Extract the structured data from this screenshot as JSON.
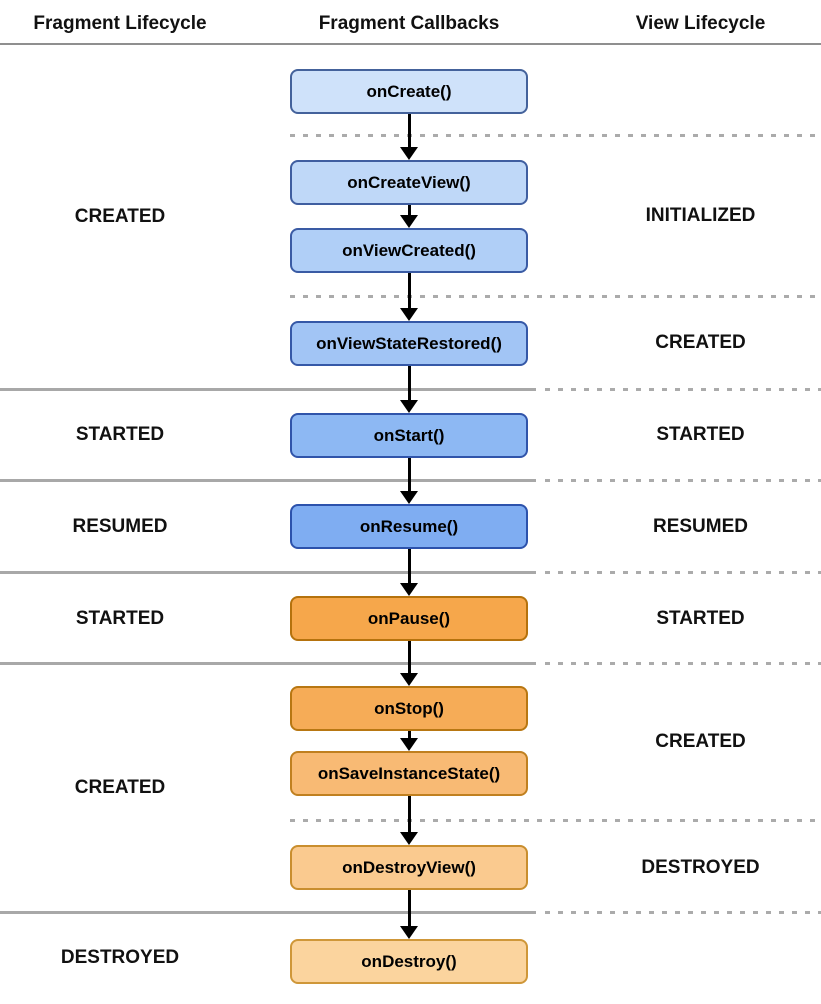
{
  "diagram": {
    "headers": {
      "fragment_lifecycle": "Fragment Lifecycle",
      "fragment_callbacks": "Fragment Callbacks",
      "view_lifecycle": "View Lifecycle"
    },
    "callbacks": [
      {
        "label": "onCreate()",
        "fill": "#CFE2FA",
        "border": "#44629B"
      },
      {
        "label": "onCreateView()",
        "fill": "#BFD8F8",
        "border": "#3F5EA0"
      },
      {
        "label": "onViewCreated()",
        "fill": "#B0CFF7",
        "border": "#3A5BA4"
      },
      {
        "label": "onViewStateRestored()",
        "fill": "#A2C5F5",
        "border": "#3558A7"
      },
      {
        "label": "onStart()",
        "fill": "#8DB8F3",
        "border": "#3054AA"
      },
      {
        "label": "onResume()",
        "fill": "#7FADF2",
        "border": "#2C52AC"
      },
      {
        "label": "onPause()",
        "fill": "#F6A74B",
        "border": "#B5720D"
      },
      {
        "label": "onStop()",
        "fill": "#F6AC57",
        "border": "#B87712"
      },
      {
        "label": "onSaveInstanceState()",
        "fill": "#F8BA74",
        "border": "#C08020"
      },
      {
        "label": "onDestroyView()",
        "fill": "#FACA8F",
        "border": "#C98E2E"
      },
      {
        "label": "onDestroy()",
        "fill": "#FBD49E",
        "border": "#CF9739"
      }
    ],
    "fragment_states": [
      {
        "label": "CREATED"
      },
      {
        "label": "STARTED"
      },
      {
        "label": "RESUMED"
      },
      {
        "label": "STARTED"
      },
      {
        "label": "CREATED"
      },
      {
        "label": "DESTROYED"
      }
    ],
    "view_states": [
      {
        "label": "INITIALIZED"
      },
      {
        "label": "CREATED"
      },
      {
        "label": "STARTED"
      },
      {
        "label": "RESUMED"
      },
      {
        "label": "STARTED"
      },
      {
        "label": "CREATED"
      },
      {
        "label": "DESTROYED"
      }
    ],
    "line_colors": {
      "header_rule": "#8F8F8F",
      "solid_divider": "#A8A8A8",
      "dashed_divider": "#ABABAB",
      "arrow": "#000000"
    }
  }
}
